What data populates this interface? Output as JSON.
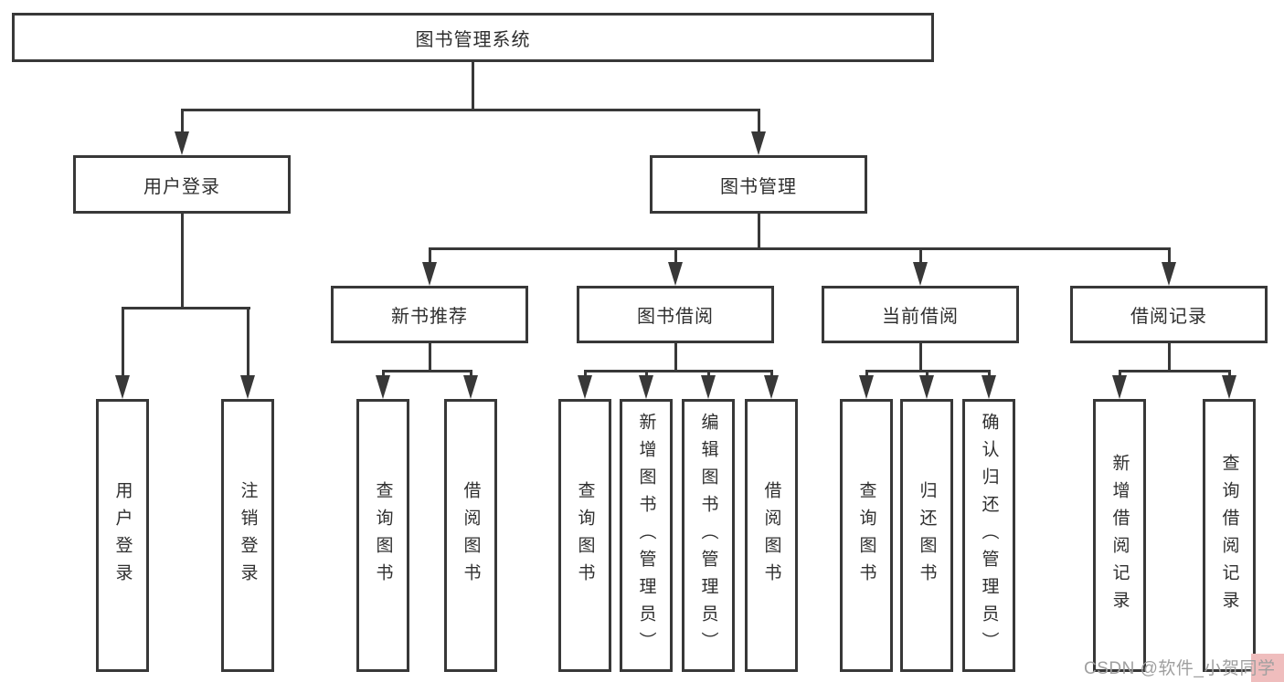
{
  "diagram": {
    "root": {
      "label": "图书管理系统"
    },
    "branches": [
      {
        "label": "用户登录",
        "children": [
          {
            "label": "用户登录"
          },
          {
            "label": "注销登录"
          }
        ]
      },
      {
        "label": "图书管理",
        "groups": [
          {
            "label": "新书推荐",
            "children": [
              {
                "label": "查询图书"
              },
              {
                "label": "借阅图书"
              }
            ]
          },
          {
            "label": "图书借阅",
            "children": [
              {
                "label": "查询图书"
              },
              {
                "label": "新增图书（管理员）"
              },
              {
                "label": "编辑图书（管理员）"
              },
              {
                "label": "借阅图书"
              }
            ]
          },
          {
            "label": "当前借阅",
            "children": [
              {
                "label": "查询图书"
              },
              {
                "label": "归还图书"
              },
              {
                "label": "确认归还（管理员）"
              }
            ]
          },
          {
            "label": "借阅记录",
            "children": [
              {
                "label": "新增借阅记录"
              },
              {
                "label": "查询借阅记录"
              }
            ]
          }
        ]
      }
    ]
  },
  "watermark": {
    "text": "CSDN @软件_小贺同学"
  },
  "colors": {
    "line": "#383838",
    "box_border": "#383838",
    "box_fill": "#ffffff",
    "text": "#2f2f2f",
    "watermark_text": "#9f9f9f",
    "watermark_highlight": "#efbdbd",
    "background": "#ffffff"
  }
}
